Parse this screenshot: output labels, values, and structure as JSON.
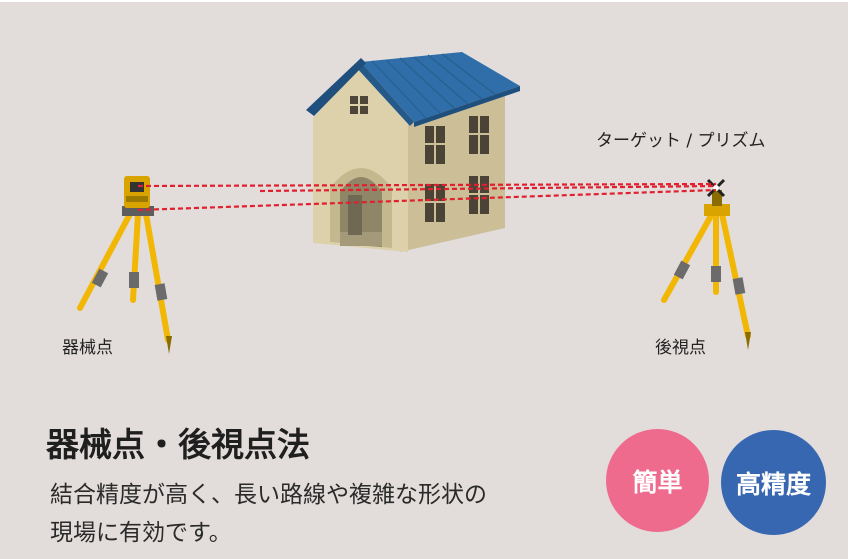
{
  "diagram": {
    "target_label": "ターゲット / プリズム",
    "instrument_label": "器械点",
    "backsight_label": "後視点"
  },
  "content": {
    "title": "器械点・後視点法",
    "description_lines": [
      "結合精度が高く、長い路線や複雑な形状の",
      "現場に有効です。"
    ]
  },
  "badges": {
    "simple": "簡単",
    "precise": "高精度"
  },
  "colors": {
    "background": "#e2dcda",
    "laser": "#e0202e",
    "roof": "#2f6ea8",
    "house_wall": "#d9cda6",
    "tripod": "#f2b705",
    "badge_simple": "#ef6b8d",
    "badge_precise": "#3867b2"
  },
  "icons": [
    "house-icon",
    "total-station-icon",
    "prism-target-icon",
    "tripod-icon"
  ]
}
